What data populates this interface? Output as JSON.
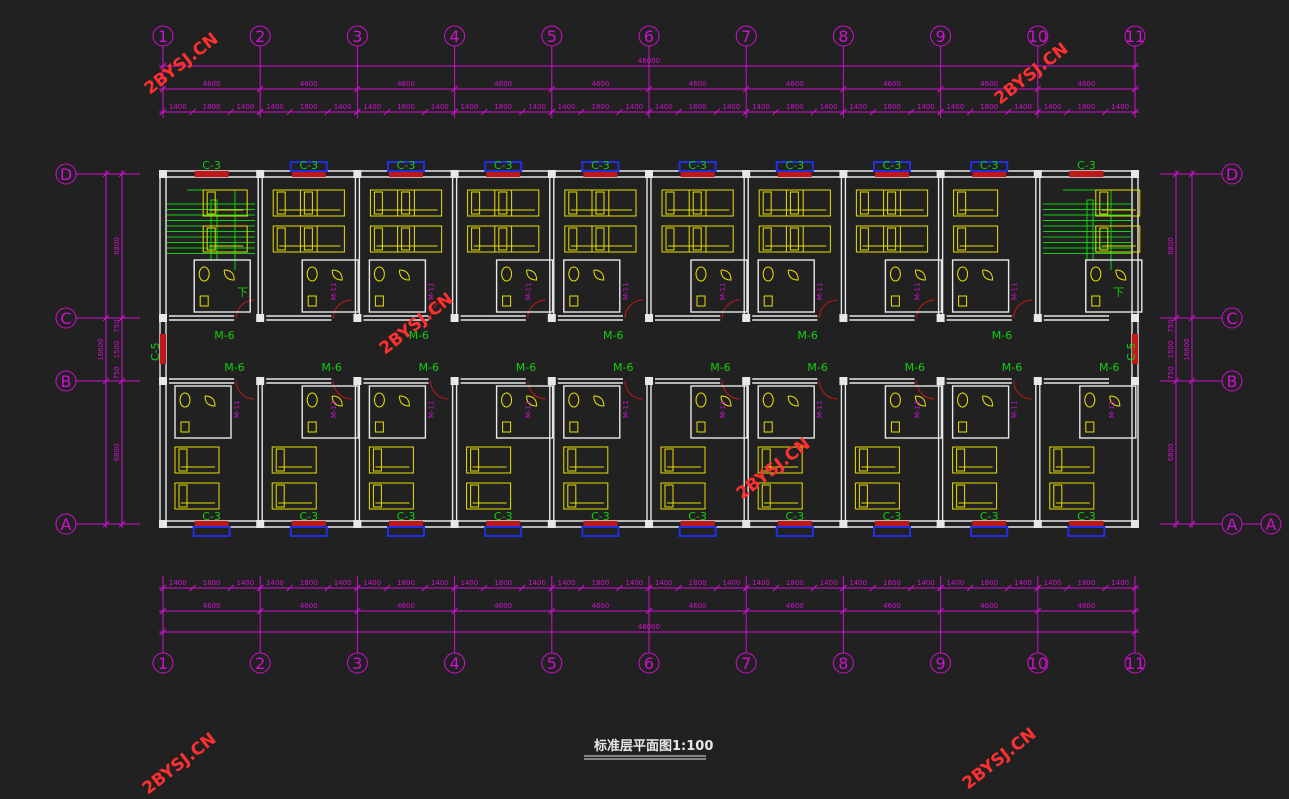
{
  "drawing": {
    "title": "标准层平面图1:100",
    "watermark": "2BYSJ.CN",
    "colors": {
      "background": "#212121",
      "dimension": "#d010d0",
      "wall": "#e8e8e8",
      "label": "#10d010",
      "fixture": "#e8e000",
      "window": "#c01818",
      "sill": "#2030e0"
    }
  },
  "axes": {
    "numbers": [
      "1",
      "2",
      "3",
      "4",
      "5",
      "6",
      "7",
      "8",
      "9",
      "10",
      "11"
    ],
    "letters_left": [
      "D",
      "C",
      "B",
      "A"
    ],
    "letters_right": [
      "D",
      "C",
      "B",
      "A",
      "A"
    ]
  },
  "dimensions": {
    "top_total": "46000",
    "bay": "4600",
    "bay_parts": [
      "1400",
      "1800",
      "1400"
    ],
    "bottom_total": "46000",
    "side_total": "16600",
    "side_parts": [
      "6800",
      "750",
      "1500",
      "750",
      "6800"
    ]
  },
  "labels": {
    "window_main": "C-3",
    "window_end": "C-5",
    "door_corridor": "M-6",
    "door_bath": "M-11",
    "stair_mark": "下"
  }
}
